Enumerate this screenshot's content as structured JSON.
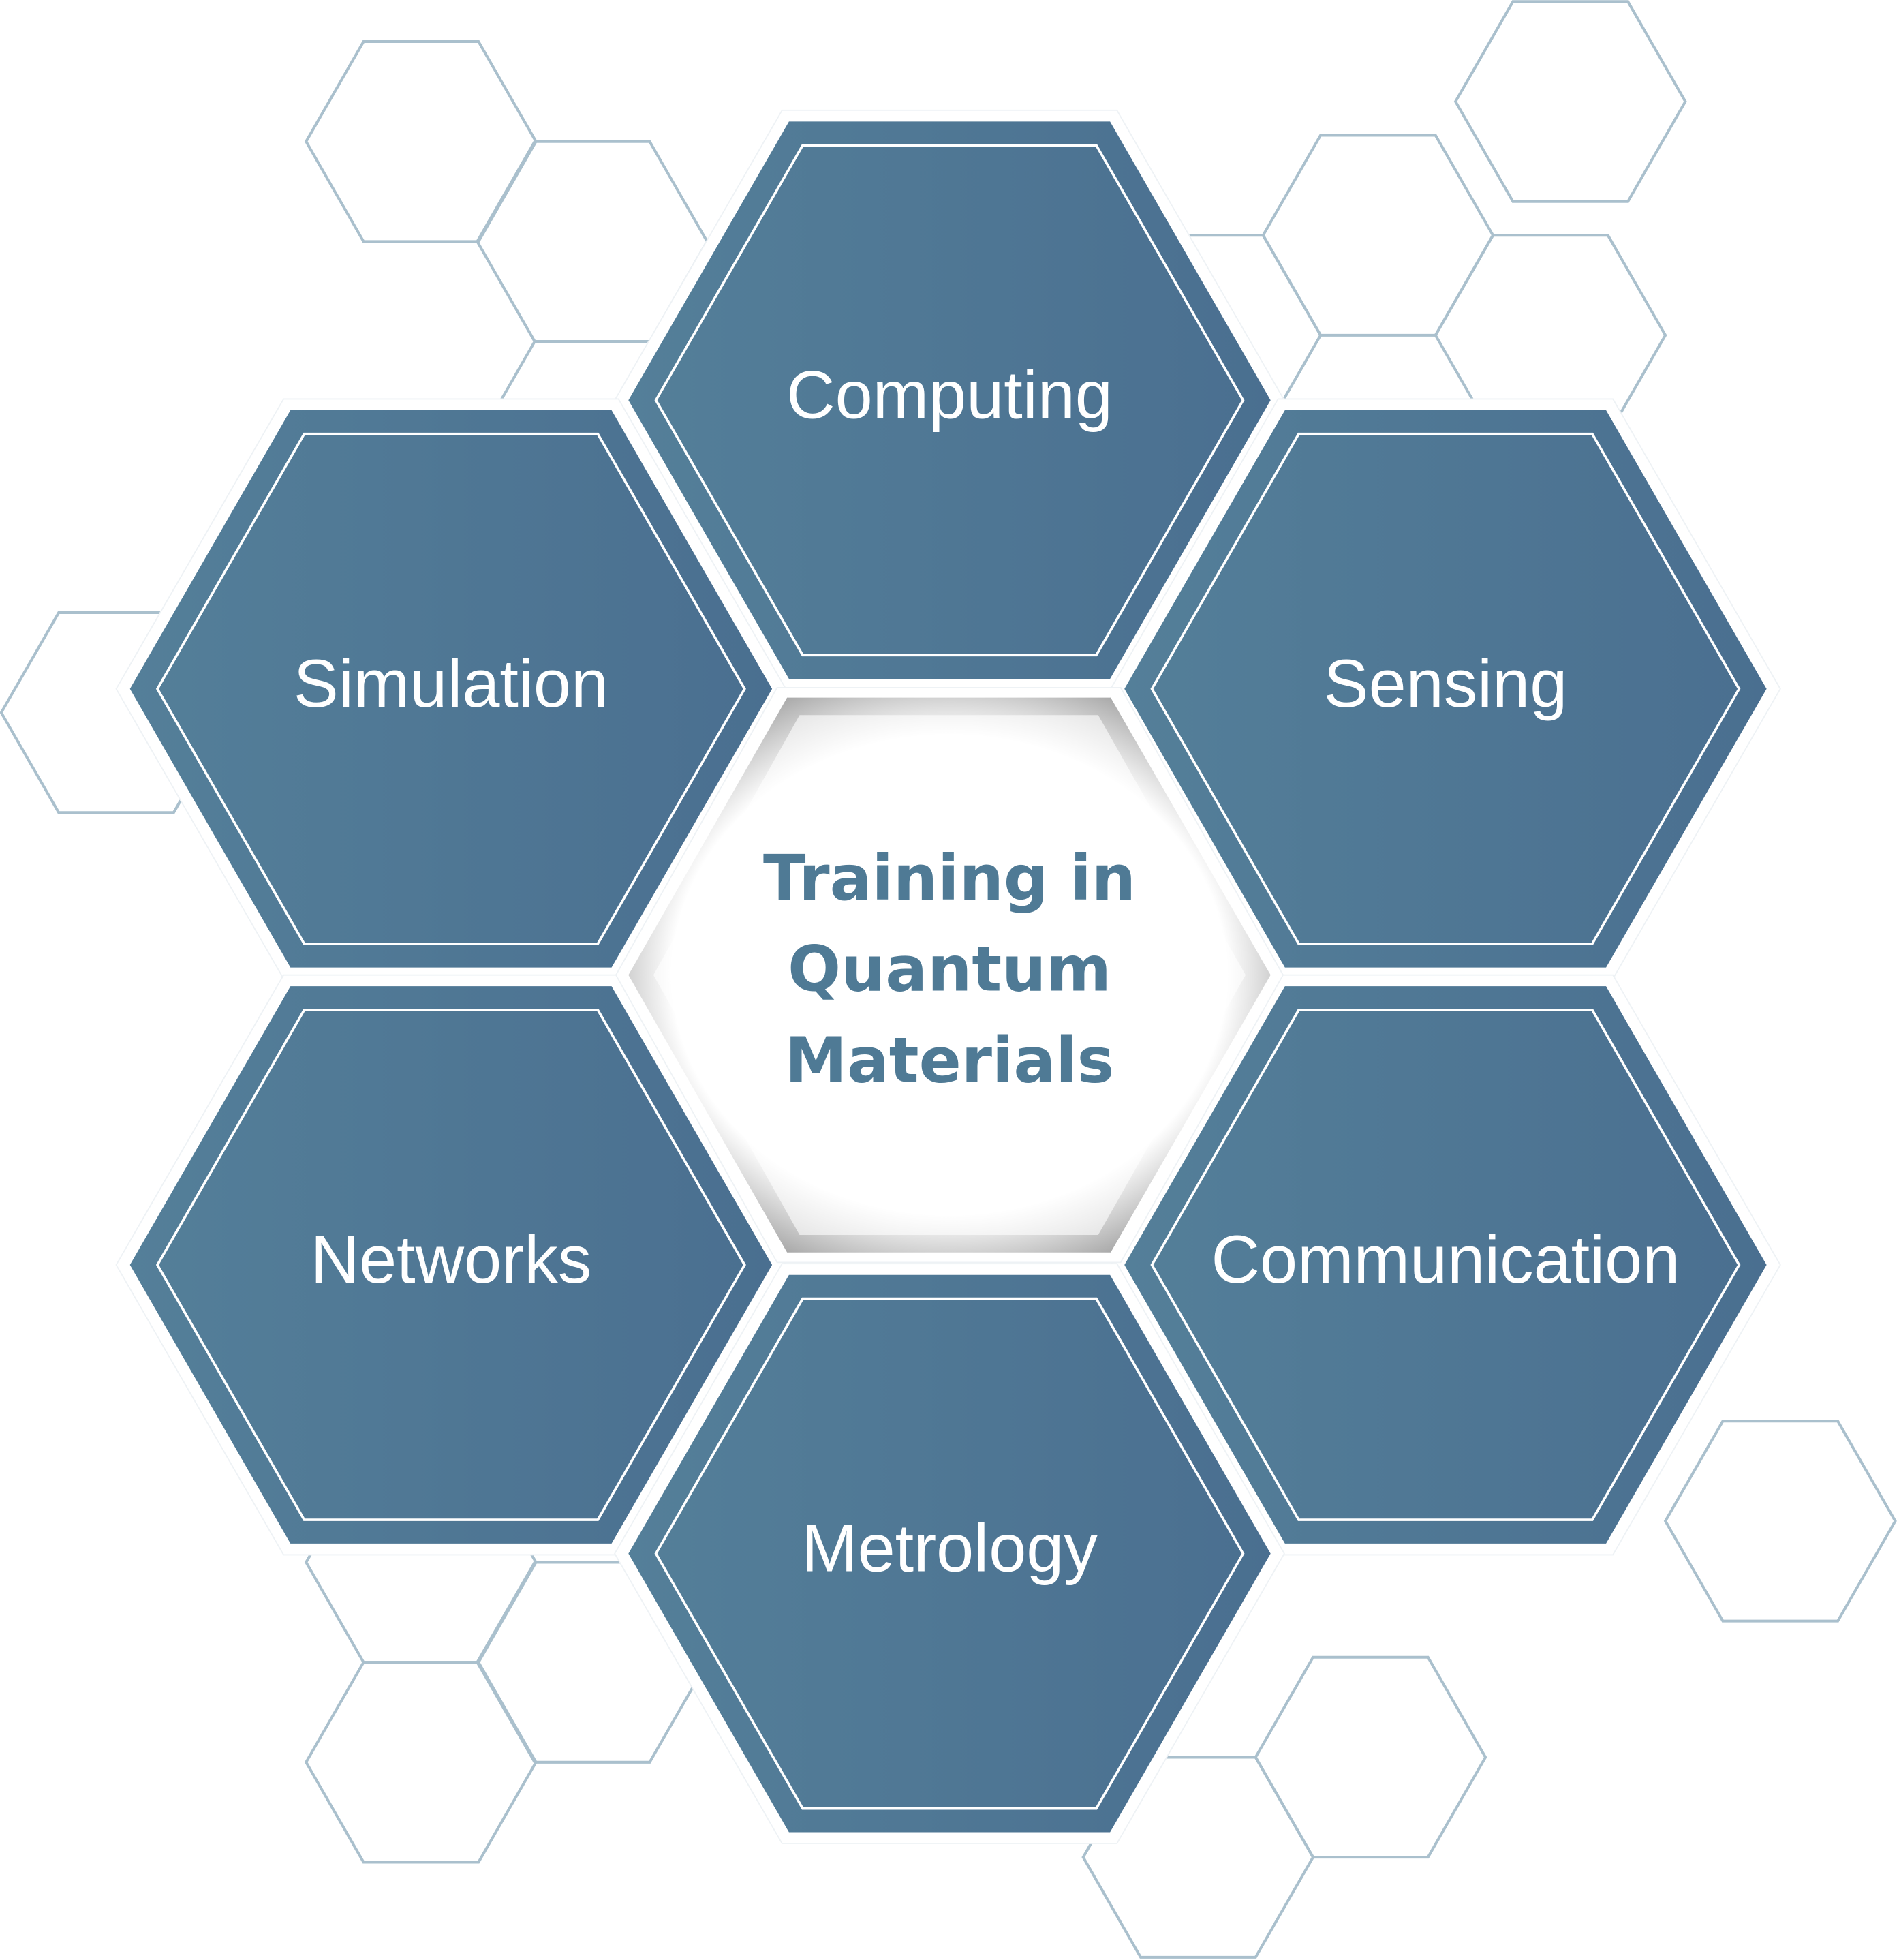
{
  "diagram": {
    "center": {
      "lines": [
        "Training in",
        "Quantum",
        "Materials"
      ]
    },
    "topics": [
      {
        "id": "computing",
        "label": "Computing"
      },
      {
        "id": "simulation",
        "label": "Simulation"
      },
      {
        "id": "sensing",
        "label": "Sensing"
      },
      {
        "id": "networks",
        "label": "Networks"
      },
      {
        "id": "communication",
        "label": "Communication"
      },
      {
        "id": "metrology",
        "label": "Metrology"
      }
    ]
  },
  "colors": {
    "hex_fill_left": "#547f99",
    "hex_fill_right": "#4a6f90",
    "center_text": "#4f7a95",
    "background_outline": "#aac0cd"
  }
}
